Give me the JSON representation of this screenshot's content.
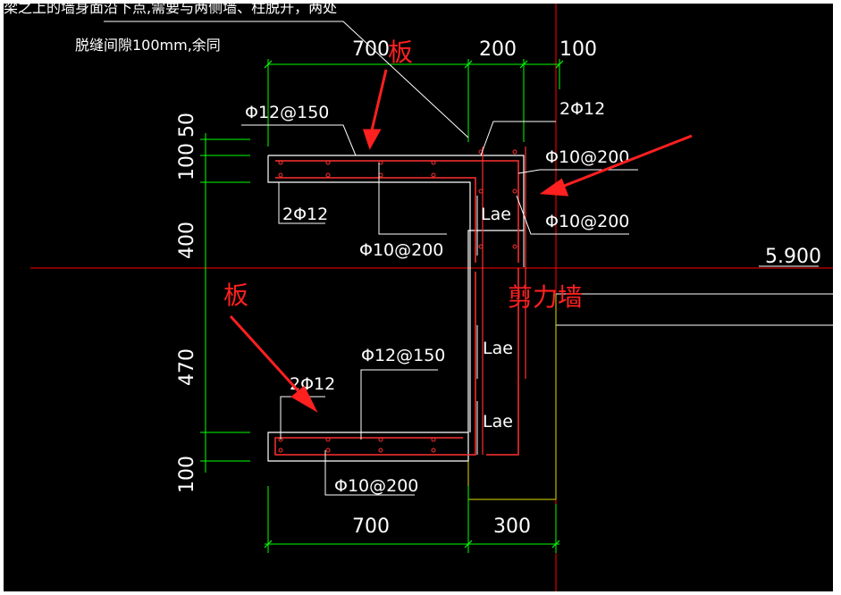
{
  "notes": {
    "line1": "梁之上的墙身面沿下点,需要与两侧墙、柱脱开，两处",
    "line2": "脱缝间隙100mm,余同"
  },
  "dimensions": {
    "top": [
      "700",
      "200",
      "100"
    ],
    "bottom": [
      "700",
      "300"
    ],
    "left": [
      "50",
      "100",
      "400",
      "470",
      "100"
    ]
  },
  "rebar_labels": {
    "top_slab_main": "Φ12@150",
    "top_slab_corner": "2Φ12",
    "top_slab_bottom": "2Φ12",
    "top_slab_dist": "Φ10@200",
    "wall_right_1": "Φ10@200",
    "wall_right_2": "Φ10@200",
    "bottom_slab_main": "Φ12@150",
    "bottom_slab_top": "2Φ12",
    "bottom_slab_dist": "Φ10@200"
  },
  "lap_labels": [
    "Lae",
    "Lae",
    "Lae"
  ],
  "elevation": "5.900",
  "annotations": {
    "slab_top": "板",
    "slab_bottom": "板",
    "shear_wall": "剪力墙"
  },
  "colors": {
    "background": "#000000",
    "dimension": "#00ff00",
    "rebar": "#ff3030",
    "concrete": "#ffffff",
    "axis": "#ff0000",
    "annotation": "#ff2020",
    "leader": "#ffffff"
  }
}
